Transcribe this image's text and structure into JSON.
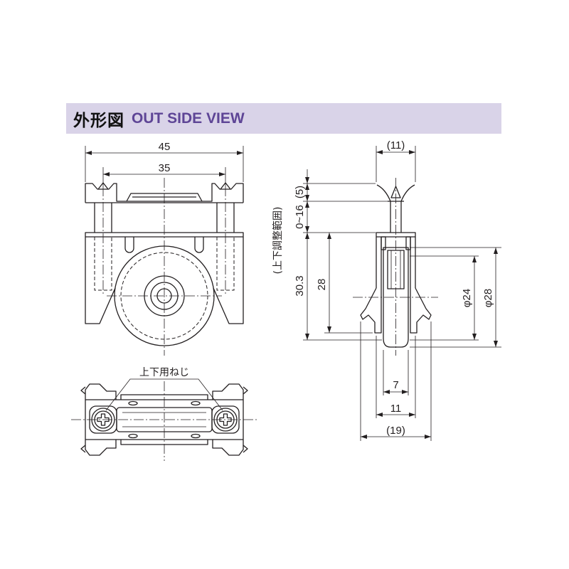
{
  "header": {
    "title_ja": "外形図",
    "title_en": "OUT SIDE VIEW"
  },
  "front_view": {
    "overall_width": "45",
    "screw_pitch": "35"
  },
  "top_view": {
    "screw_label": "上下用ねじ"
  },
  "side_view": {
    "top_width": "(11)",
    "clip_height": "(5)",
    "adjust_range": "0~16",
    "adjust_range_label": "(上下調整範囲)",
    "total_height": "30.3",
    "body_height": "28",
    "inner_diameter": "φ24",
    "outer_diameter": "φ28",
    "wheel_width": "7",
    "body_width": "11",
    "overall_width": "(19)"
  },
  "colors": {
    "header_bg": "#d9d3e8",
    "title_en": "#5e4596",
    "line": "#231f20"
  }
}
